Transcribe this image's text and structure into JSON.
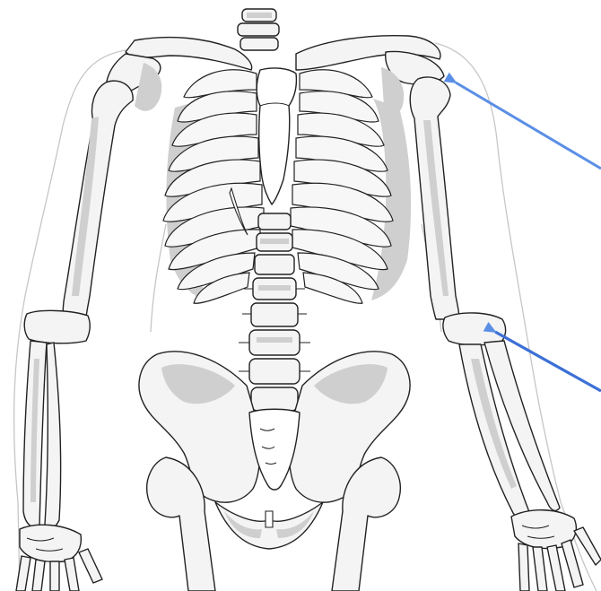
{
  "image": {
    "background_color": "#ffffff",
    "line_color": "#222222",
    "bone_fill": "#f4f4f4",
    "shadow_color": "#cfcfcf",
    "arrow_color": "#5b8fe6"
  },
  "arrows": [
    {
      "name": "shoulder-joint-arrow",
      "points_to": "upper-arm-top"
    },
    {
      "name": "elbow-joint-arrow",
      "points_to": "elbow"
    }
  ]
}
